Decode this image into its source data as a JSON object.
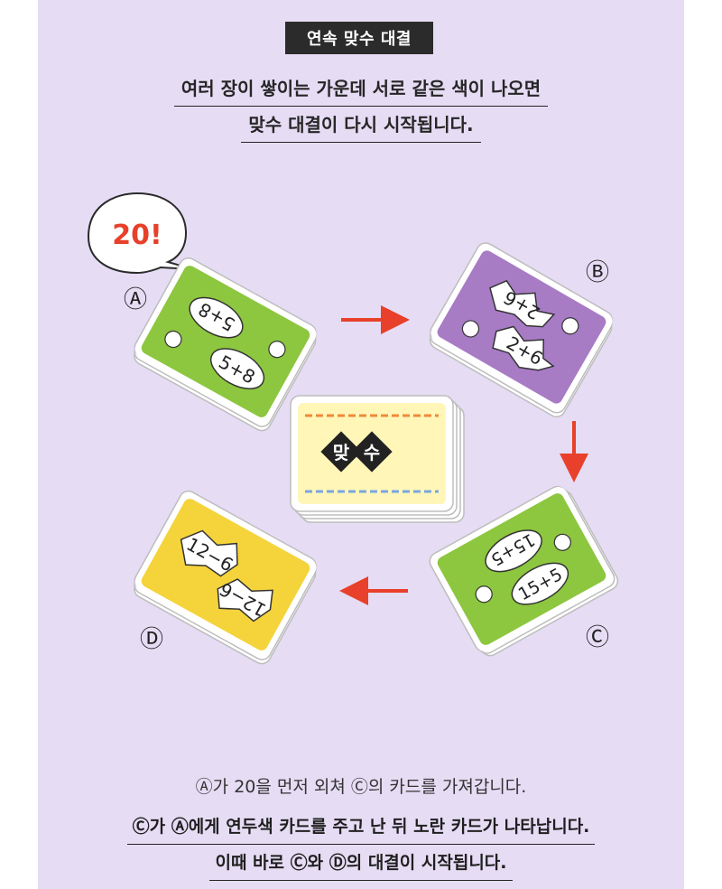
{
  "header": {
    "badge": "연속 맞수 대결",
    "line1": "여러 장이 쌓이는 가운데 서로 같은 색이 나오면",
    "line2": "맞수 대결이 다시 시작됩니다."
  },
  "speech": {
    "text": "20!"
  },
  "players": {
    "a": "Ⓐ",
    "b": "Ⓑ",
    "c": "Ⓒ",
    "d": "Ⓓ"
  },
  "cards": {
    "a": {
      "color": "#8dc63f",
      "top": "5+8",
      "bottom": "5+8"
    },
    "b": {
      "color": "#a87bc5",
      "top": "2+6",
      "bottom": "2+6"
    },
    "c": {
      "color": "#8dc63f",
      "top": "15+5",
      "bottom": "15+5"
    },
    "d": {
      "color": "#f5d33b",
      "top": "12−6",
      "bottom": "12−6"
    }
  },
  "center": {
    "word1": "맞",
    "word2": "수",
    "color": "#fff6b8"
  },
  "footer": {
    "line1": "Ⓐ가 20을 먼저 외쳐 Ⓒ의 카드를 가져갑니다.",
    "line2": "Ⓒ가 Ⓐ에게 연두색 카드를 주고 난 뒤 노란 카드가 나타납니다.",
    "line3": "이때 바로 Ⓒ와 Ⓓ의 대결이 시작됩니다."
  },
  "colors": {
    "arrow": "#e8402a",
    "panel": "#e6dcf4"
  }
}
